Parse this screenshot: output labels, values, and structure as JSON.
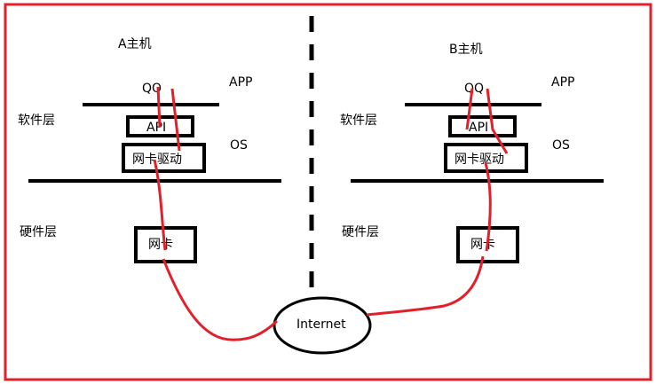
{
  "diagram": {
    "frame_color": "#e2202a",
    "connector_color": "#e2202a",
    "shape_color": "#000000",
    "background": "#ffffff",
    "layer_labels": {
      "app": "APP",
      "os": "OS",
      "software_layer": "软件层",
      "hardware_layer": "硬件层"
    },
    "left_host": {
      "title": "A主机",
      "app": "QQ",
      "api": "API",
      "driver": "网卡驱动",
      "nic": "网卡"
    },
    "right_host": {
      "title": "B主机",
      "app": "QQ",
      "api": "API",
      "driver": "网卡驱动",
      "nic": "网卡"
    },
    "network": {
      "label": "Internet"
    }
  }
}
